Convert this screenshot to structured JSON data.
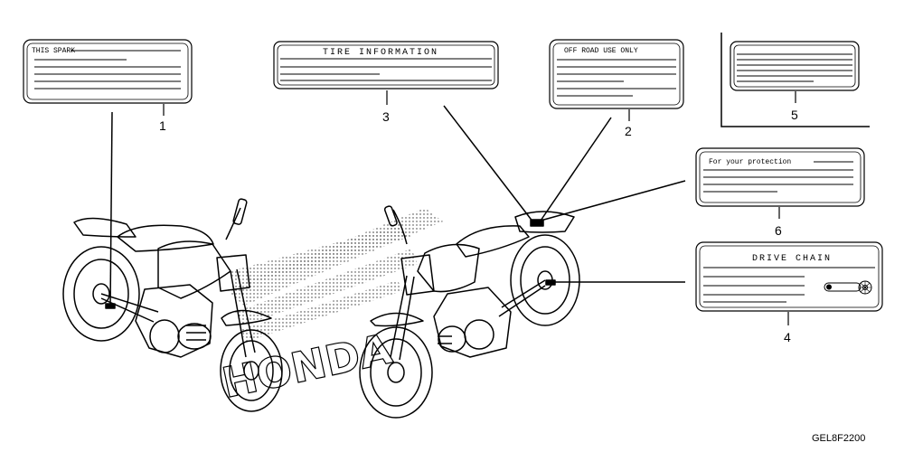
{
  "labels": [
    {
      "number": "1",
      "text": "THIS SPARK"
    },
    {
      "number": "3",
      "text": "TIRE INFORMATION"
    },
    {
      "number": "2",
      "text": "OFF ROAD USE ONLY"
    },
    {
      "number": "5",
      "text": ""
    },
    {
      "number": "6",
      "text": "For your protection"
    },
    {
      "number": "4",
      "text": "DRIVE CHAIN"
    }
  ],
  "watermark": "HONDA",
  "diagram_code": "GEL8F2200",
  "icons": [
    "chain-icon",
    "motorcycle-left-view",
    "motorcycle-right-view"
  ]
}
